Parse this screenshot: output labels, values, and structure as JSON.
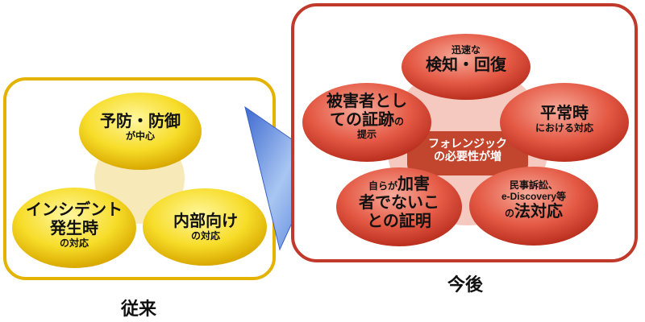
{
  "past": {
    "caption": "従来",
    "nodes": [
      {
        "main": "予防・防御",
        "sub": "が中心"
      },
      {
        "main1": "インシデント",
        "main2": "発生時",
        "sub": "の対応"
      },
      {
        "main": "内部向け",
        "sub": "の対応"
      }
    ]
  },
  "future": {
    "caption": "今後",
    "center": {
      "line1": "フォレンジック",
      "line2": "の必要性が増"
    },
    "nodes": [
      {
        "sub": "迅速な",
        "main": "検知・回復"
      },
      {
        "main": "平常時",
        "sub": "における対応"
      },
      {
        "line1": "民事訴訟、",
        "line2": "e-Discovery等",
        "pre": "の",
        "main": "法対応"
      },
      {
        "pre": "自らが",
        "main1": "加害",
        "main2": "者でないこ",
        "main3": "との証明"
      },
      {
        "main1": "被害者とし",
        "main2": "ての証跡",
        "suf": "の",
        "sub": "提示"
      }
    ]
  },
  "colors": {
    "yellow_border": "#e4b200",
    "red_border": "#c0392b",
    "arrow": "#5b84d6"
  }
}
